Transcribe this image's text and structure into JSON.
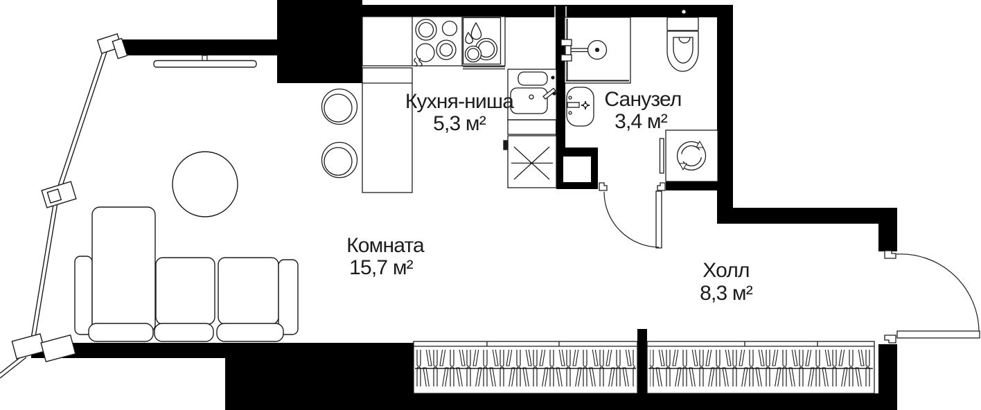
{
  "plan_type": "apartment-floor-plan",
  "rooms": {
    "kitchen": {
      "name": "Кухня-ниша",
      "area": "5,3 м²"
    },
    "bathroom": {
      "name": "Санузел",
      "area": "3,4 м²"
    },
    "living_room": {
      "name": "Комната",
      "area": "15,7 м²"
    },
    "hall": {
      "name": "Холл",
      "area": "8,3 м²"
    }
  },
  "symbols": [
    "stove-icon",
    "sink-droplets-icon",
    "plates-icon",
    "kitchen-sink-icon",
    "refrigerator-icon",
    "bar-stool-icon",
    "shower-cabin-icon",
    "washbasin-icon",
    "toilet-icon",
    "washing-machine-icon",
    "sofa-icon",
    "coffee-table-icon",
    "tv-icon",
    "wardrobe-hangers-icon",
    "door-swing-icon",
    "window-wall-icon"
  ],
  "colors": {
    "walls": "#000000",
    "lines": "#1b1b1b",
    "background": "#ffffff",
    "text": "#1d1d1d"
  }
}
